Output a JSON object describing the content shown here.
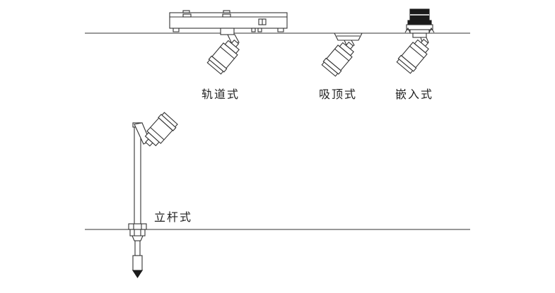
{
  "diagram": {
    "mount_types": {
      "track": {
        "label": "轨道式"
      },
      "surface": {
        "label": "吸顶式"
      },
      "recessed": {
        "label": "嵌入式"
      },
      "pole": {
        "label": "立杆式"
      }
    },
    "colors": {
      "background": "#ffffff",
      "line": "#333333",
      "dark_fill": "#1a1a1a",
      "label_text": "#222222"
    }
  }
}
